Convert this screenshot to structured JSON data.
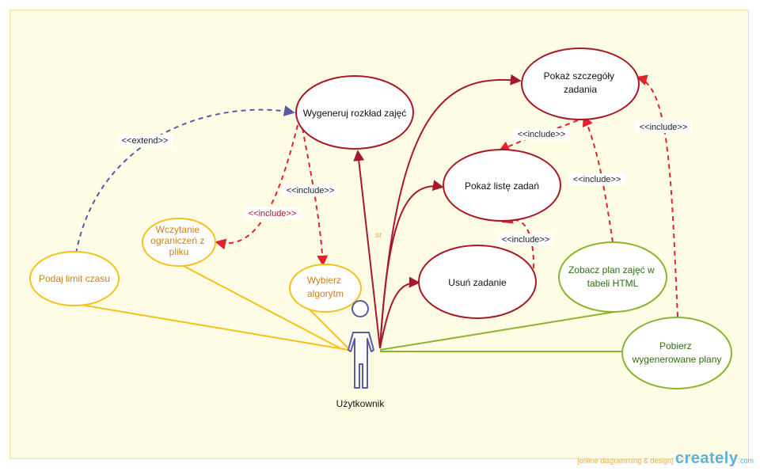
{
  "actor": {
    "name": "Użytkownik"
  },
  "use_cases": {
    "generate_schedule": "Wygeneruj rozkład zajęć",
    "show_task_details": "Pokaż szczegóły zadania",
    "show_task_list": "Pokaż listę zadań",
    "delete_task": "Usuń zadanie",
    "view_html_plan": "Zobacz plan zajęć w tabeli HTML",
    "download_plans": "Pobierz wygenerowane plany",
    "set_time_limit": "Podaj limit czasu",
    "load_constraints": "Wczytanie ograniczeń z pliku",
    "choose_algorithm": "Wybierz algorytm"
  },
  "relations": {
    "extend": "<<extend>>",
    "include": "<<include>>"
  },
  "stray_label": "sr",
  "footer": {
    "tagline": "[online diagramming & design]",
    "brand": "creately",
    "tld": ".com"
  },
  "colors": {
    "red": "#a8182a",
    "red_dashed": "#e0242c",
    "yellow": "#f5c21a",
    "green": "#8ab42c",
    "blue": "#5a5aa6",
    "actor": "#5a5aa6"
  }
}
